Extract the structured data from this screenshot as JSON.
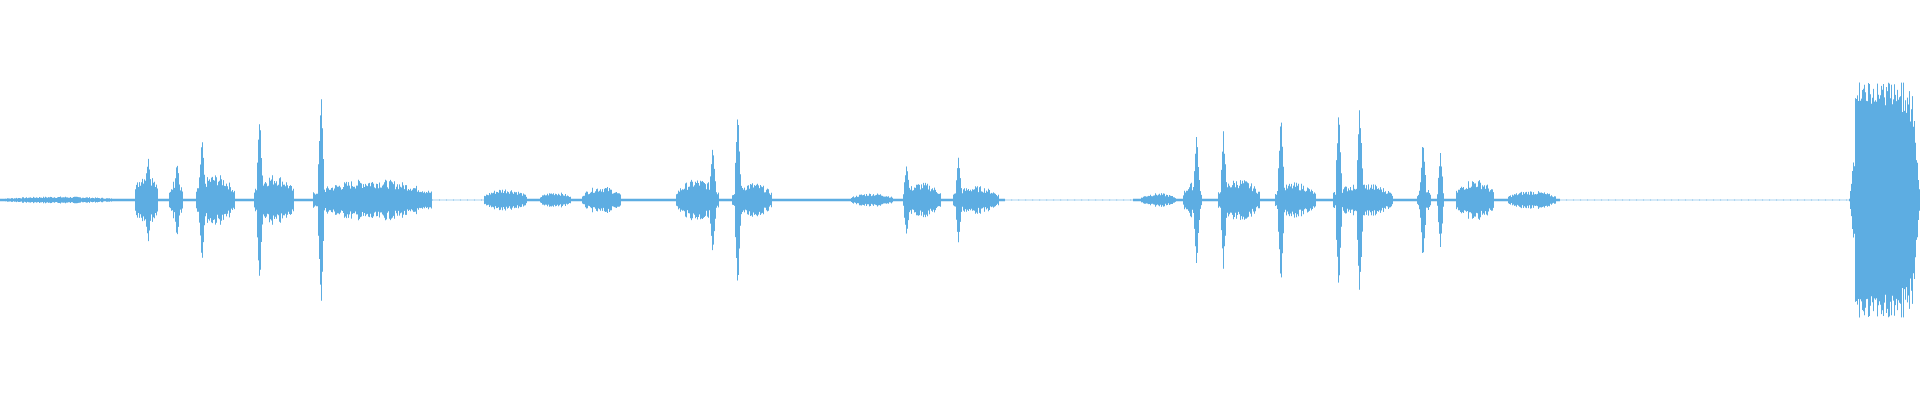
{
  "waveform": {
    "color": "#5dade2",
    "background": "#ffffff",
    "baseline_amplitude": 0.01,
    "duration_fraction_segments": [
      {
        "name": "quiet-intro",
        "start": 0.0,
        "end": 0.06,
        "amp": 0.03
      },
      {
        "name": "syllable",
        "start": 0.07,
        "end": 0.082,
        "amp": 0.25,
        "peak": 0.077,
        "peak_amp": 0.42
      },
      {
        "name": "syllable",
        "start": 0.088,
        "end": 0.095,
        "amp": 0.18,
        "peak": 0.092,
        "peak_amp": 0.35
      },
      {
        "name": "syllable",
        "start": 0.102,
        "end": 0.122,
        "amp": 0.22,
        "peak": 0.105,
        "peak_amp": 0.55
      },
      {
        "name": "syllable",
        "start": 0.132,
        "end": 0.153,
        "amp": 0.22,
        "peak": 0.135,
        "peak_amp": 0.75
      },
      {
        "name": "syllable",
        "start": 0.163,
        "end": 0.225,
        "amp": 0.18,
        "peak": 0.167,
        "peak_amp": 0.95
      },
      {
        "name": "faint",
        "start": 0.252,
        "end": 0.274,
        "amp": 0.1
      },
      {
        "name": "faint",
        "start": 0.281,
        "end": 0.297,
        "amp": 0.07
      },
      {
        "name": "faint",
        "start": 0.303,
        "end": 0.323,
        "amp": 0.12
      },
      {
        "name": "syllable",
        "start": 0.352,
        "end": 0.374,
        "amp": 0.18,
        "peak": 0.371,
        "peak_amp": 0.52
      },
      {
        "name": "syllable",
        "start": 0.381,
        "end": 0.402,
        "amp": 0.15,
        "peak": 0.384,
        "peak_amp": 0.78
      },
      {
        "name": "faint",
        "start": 0.443,
        "end": 0.465,
        "amp": 0.06
      },
      {
        "name": "syllable",
        "start": 0.47,
        "end": 0.49,
        "amp": 0.15,
        "peak": 0.472,
        "peak_amp": 0.35
      },
      {
        "name": "syllable",
        "start": 0.496,
        "end": 0.52,
        "amp": 0.12,
        "peak": 0.499,
        "peak_amp": 0.4
      },
      {
        "name": "faint",
        "start": 0.594,
        "end": 0.612,
        "amp": 0.06
      },
      {
        "name": "syllable",
        "start": 0.616,
        "end": 0.626,
        "amp": 0.15,
        "peak": 0.623,
        "peak_amp": 0.6
      },
      {
        "name": "syllable",
        "start": 0.634,
        "end": 0.656,
        "amp": 0.18,
        "peak": 0.637,
        "peak_amp": 0.6
      },
      {
        "name": "syllable",
        "start": 0.664,
        "end": 0.685,
        "amp": 0.15,
        "peak": 0.667,
        "peak_amp": 0.8
      },
      {
        "name": "syllable",
        "start": 0.694,
        "end": 0.725,
        "amp": 0.15,
        "peak": 0.697,
        "peak_amp": 0.8
      },
      {
        "name": "syllable",
        "start": 0.705,
        "end": 0.712,
        "amp": 0.15,
        "peak": 0.708,
        "peak_amp": 0.85
      },
      {
        "name": "syllable",
        "start": 0.738,
        "end": 0.745,
        "amp": 0.12,
        "peak": 0.741,
        "peak_amp": 0.55
      },
      {
        "name": "syllable",
        "start": 0.748,
        "end": 0.752,
        "amp": 0.12,
        "peak": 0.75,
        "peak_amp": 0.4
      },
      {
        "name": "syllable",
        "start": 0.758,
        "end": 0.778,
        "amp": 0.18
      },
      {
        "name": "faint",
        "start": 0.785,
        "end": 0.81,
        "amp": 0.08
      },
      {
        "name": "loud-burst",
        "start": 0.963,
        "end": 1.0,
        "amp": 1.0,
        "peak": 0.978,
        "peak_amp": 1.0
      }
    ],
    "dotted_gaps": [
      {
        "start": 0.225,
        "end": 0.252
      },
      {
        "start": 0.523,
        "end": 0.59
      },
      {
        "start": 0.812,
        "end": 0.963
      }
    ]
  }
}
